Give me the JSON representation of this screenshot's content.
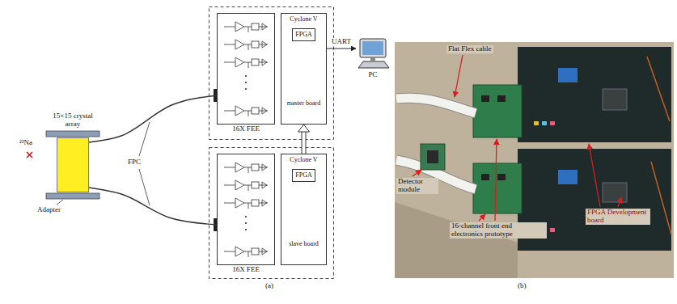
{
  "diagram": {
    "nodes": [
      {
        "text": [
          "15×15 crystal array"
        ]
      },
      {
        "text": [
          "16X FEE"
        ]
      },
      {
        "text": [
          "Cyclone V",
          "master board"
        ]
      },
      {
        "text": [
          "FPGA"
        ],
        "in": 2
      },
      {
        "text": [
          "PC"
        ]
      },
      {
        "text": [
          "16X FEE"
        ]
      },
      {
        "text": [
          "Cyclone V",
          "slave board"
        ]
      },
      {
        "text": [
          "FPGA"
        ],
        "in": 6
      }
    ],
    "edges": [
      {
        "from": 0,
        "to": 1,
        "arrow": "none"
      },
      {
        "from": 0,
        "to": 5,
        "arrow": "none"
      },
      {
        "from": 2,
        "to": 4,
        "label": "UART",
        "arrow": "to"
      },
      {
        "from": 6,
        "to": 2,
        "arrow": "to"
      }
    ],
    "labels": [
      "²²Na",
      "Adapter",
      "FPC",
      "(a)",
      "Flat Flex cable",
      "Detector module",
      "16-channel front end electronics prototype",
      "FPGA Development board",
      "(b)"
    ]
  }
}
